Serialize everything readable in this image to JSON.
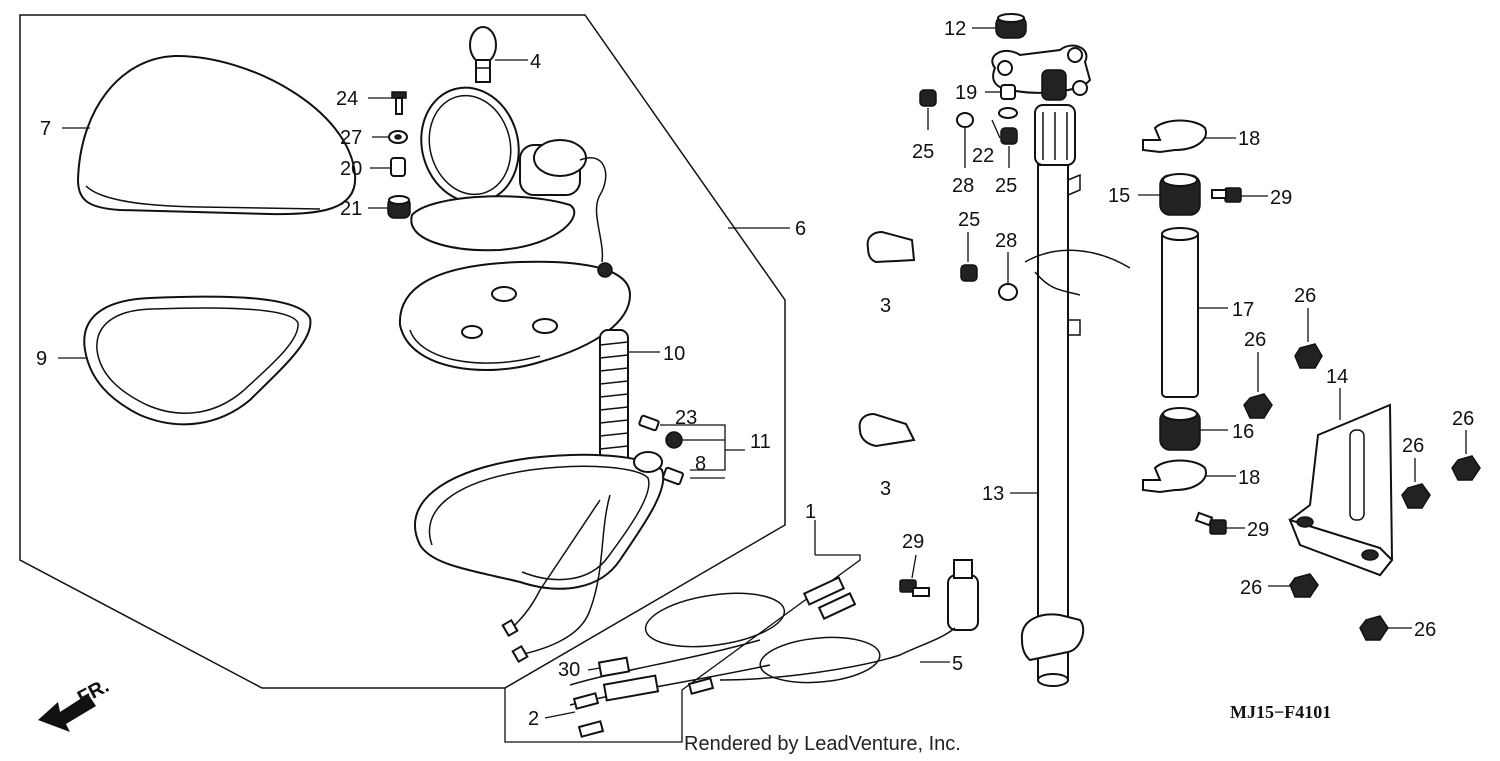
{
  "diagram": {
    "reference_code": "MJ15−F4101",
    "credit": "Rendered by LeadVenture, Inc.",
    "direction_label": "FR.",
    "callouts": {
      "c1": "1",
      "c2": "2",
      "c3a": "3",
      "c3b": "3",
      "c4": "4",
      "c5": "5",
      "c6": "6",
      "c7": "7",
      "c8": "8",
      "c9": "9",
      "c10": "10",
      "c11": "11",
      "c12": "12",
      "c13": "13",
      "c14": "14",
      "c15": "15",
      "c16": "16",
      "c17": "17",
      "c18a": "18",
      "c18b": "18",
      "c19": "19",
      "c20": "20",
      "c21": "21",
      "c22": "22",
      "c23": "23",
      "c24": "24",
      "c25a": "25",
      "c25b": "25",
      "c25c": "25",
      "c26a": "26",
      "c26b": "26",
      "c26c": "26",
      "c26d": "26",
      "c26e": "26",
      "c26f": "26",
      "c27": "27",
      "c28a": "28",
      "c28b": "28",
      "c29a": "29",
      "c29b": "29",
      "c29c": "29",
      "c30": "30"
    }
  }
}
